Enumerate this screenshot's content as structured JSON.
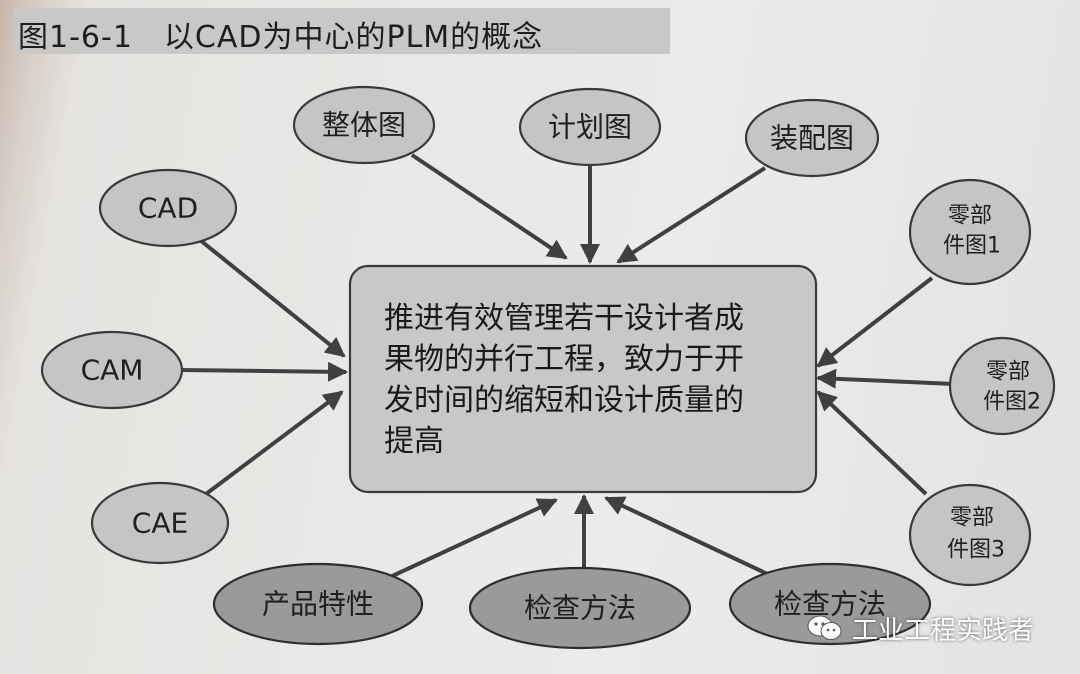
{
  "caption": "图1-6-1　以CAD为中心的PLM的概念",
  "center": {
    "lines": [
      "推进有效管理若干设计者成",
      "果物的并行工程，致力于开",
      "发时间的缩短和设计质量的",
      "提高"
    ]
  },
  "nodes": {
    "overall_drawing": "整体图",
    "plan_drawing": "计划图",
    "assembly_drawing": "装配图",
    "cad": "CAD",
    "cam": "CAM",
    "cae": "CAE",
    "part1_line1": "零部",
    "part1_line2": "件图1",
    "part2_line1": "零部",
    "part2_line2": "件图2",
    "part3_line1": "零部",
    "part3_line2": "件图3",
    "product_characteristics": "产品特性",
    "inspection_method_1": "检查方法",
    "inspection_method_2": "检查方法"
  },
  "watermark": "工业工程实践者",
  "colors": {
    "node_fill": "#c5c5c7",
    "node_fill_dark": "#9a9a9c",
    "center_fill": "#c8c8ca",
    "stroke": "#3a3a3a"
  }
}
